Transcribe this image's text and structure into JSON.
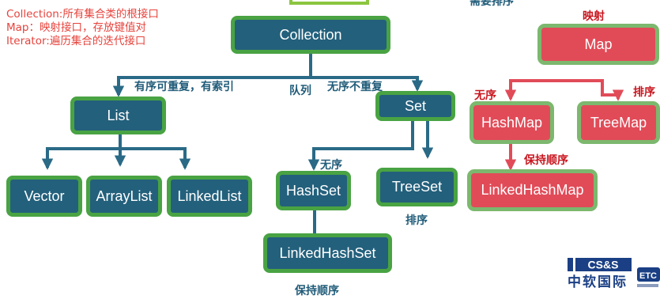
{
  "notes": {
    "collection": "Collection:所有集合类的根接口",
    "map": "Map：映射接口，存放键值对",
    "iterator": "Iterator:遍历集合的迭代接口"
  },
  "top_partial_text": "需要排序",
  "nodes": {
    "collection": "Collection",
    "list": "List",
    "set": "Set",
    "vector": "Vector",
    "arraylist": "ArrayList",
    "linkedlist": "LinkedList",
    "hashset": "HashSet",
    "treeset": "TreeSet",
    "linkedhashset": "LinkedHashSet",
    "map": "Map",
    "hashmap": "HashMap",
    "treemap": "TreeMap",
    "linkedhashmap": "LinkedHashMap"
  },
  "edge_labels": {
    "list": "有序可重复，有索引",
    "queue": "队列",
    "set": "无序不重复",
    "hashset": "无序",
    "treeset": "排序",
    "linkedhashset": "保持顺序",
    "map": "映射",
    "hashmap": "无序",
    "treemap": "排序",
    "linkedhashmap": "保持顺序"
  },
  "logo": {
    "top": "CS&S",
    "bottom": "中软国际",
    "side": "ETC"
  },
  "colors": {
    "node_blue": "#23607c",
    "node_blue_border": "#49a343",
    "node_red": "#e14b58",
    "node_red_border": "#7cb86e",
    "connector_blue": "#2a6a86",
    "connector_red": "#e14b58",
    "note_red": "#e6433c"
  }
}
